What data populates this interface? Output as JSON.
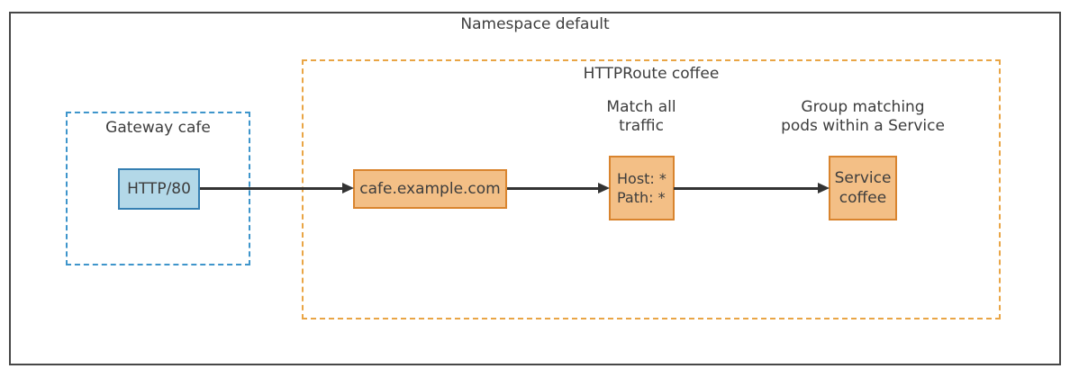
{
  "colors": {
    "namespace_border": "#474747",
    "gateway_dash": "#3e95cb",
    "route_dash": "#e9a545",
    "blue_node_fill": "#b3d8e8",
    "blue_node_border": "#357fb2",
    "orange_node_fill": "#f3bf86",
    "orange_node_border": "#d9842e",
    "text": "#3d3d3d",
    "arrow": "#333333"
  },
  "namespace": {
    "title": "Namespace default"
  },
  "gateway": {
    "title": "Gateway cafe",
    "listener_label": "HTTP/80"
  },
  "httproute": {
    "title": "HTTPRoute coffee",
    "hostname_label": "cafe.example.com",
    "match_annotation_lines": [
      "Match all",
      "traffic"
    ],
    "match_rules": [
      "Host: *",
      "Path: *"
    ],
    "backend_annotation_lines": [
      "Group matching",
      "pods within a Service"
    ],
    "backend_label_lines": [
      "Service",
      "coffee"
    ]
  }
}
